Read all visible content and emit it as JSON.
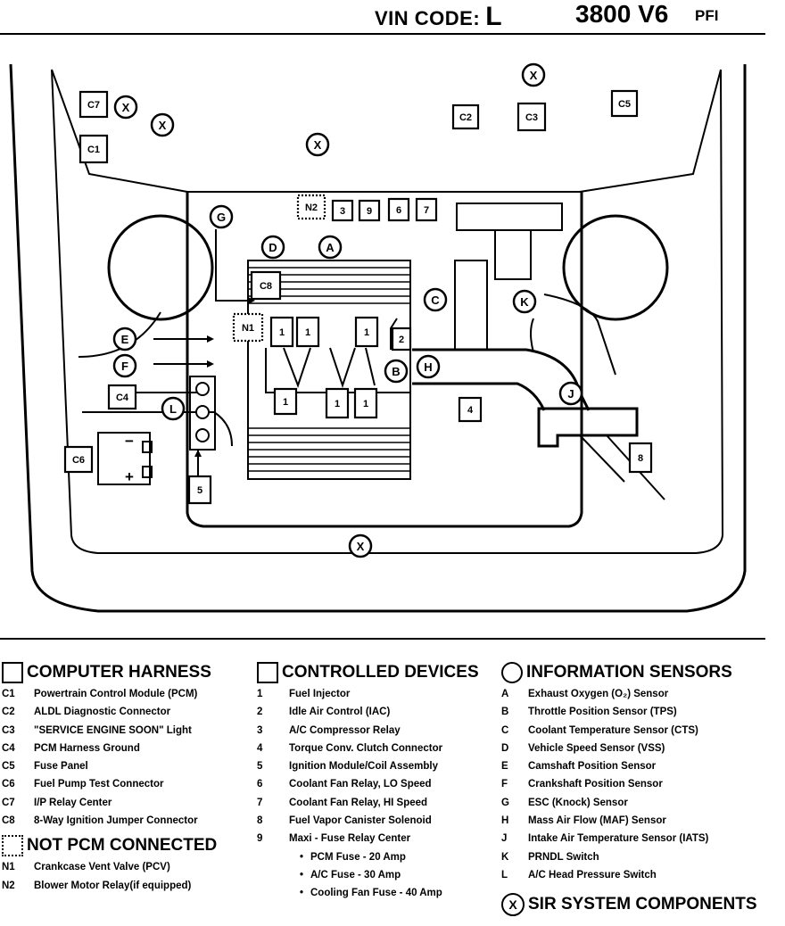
{
  "header": {
    "vin_label": "VIN CODE:",
    "vin_value": "L",
    "engine": "3800  V6",
    "fuel": "PFI"
  },
  "diagram": {
    "rect_labels": [
      "C7",
      "C1",
      "C2",
      "C3",
      "C5",
      "C4",
      "C6",
      "C8",
      "N2",
      "N1",
      "3",
      "9",
      "6",
      "7",
      "1",
      "1",
      "1",
      "2",
      "1",
      "1",
      "1",
      "4",
      "5",
      "8"
    ],
    "circle_labels": [
      "X",
      "X",
      "X",
      "X",
      "X",
      "G",
      "D",
      "A",
      "C",
      "K",
      "E",
      "F",
      "L",
      "B",
      "H",
      "J"
    ]
  },
  "legend": {
    "computer_harness": {
      "title": "COMPUTER HARNESS",
      "items": [
        {
          "key": "C1",
          "text": "Powertrain Control Module (PCM)"
        },
        {
          "key": "C2",
          "text": "ALDL Diagnostic Connector"
        },
        {
          "key": "C3",
          "text": "\"SERVICE ENGINE SOON\" Light"
        },
        {
          "key": "C4",
          "text": "PCM Harness Ground"
        },
        {
          "key": "C5",
          "text": "Fuse Panel"
        },
        {
          "key": "C6",
          "text": "Fuel Pump Test Connector"
        },
        {
          "key": "C7",
          "text": "I/P Relay Center"
        },
        {
          "key": "C8",
          "text": "8-Way Ignition Jumper Connector"
        }
      ]
    },
    "not_pcm": {
      "title": "NOT PCM CONNECTED",
      "items": [
        {
          "key": "N1",
          "text": "Crankcase Vent Valve (PCV)"
        },
        {
          "key": "N2",
          "text": "Blower Motor Relay(if equipped)"
        }
      ]
    },
    "controlled_devices": {
      "title": "CONTROLLED DEVICES",
      "items": [
        {
          "key": "1",
          "text": "Fuel Injector"
        },
        {
          "key": "2",
          "text": "Idle Air Control (IAC)"
        },
        {
          "key": "3",
          "text": "A/C Compressor Relay"
        },
        {
          "key": "4",
          "text": "Torque Conv. Clutch Connector"
        },
        {
          "key": "5",
          "text": "Ignition Module/Coil Assembly"
        },
        {
          "key": "6",
          "text": "Coolant Fan Relay, LO Speed"
        },
        {
          "key": "7",
          "text": "Coolant Fan Relay, HI Speed"
        },
        {
          "key": "8",
          "text": "Fuel Vapor Canister Solenoid"
        },
        {
          "key": "9",
          "text": "Maxi - Fuse Relay Center"
        }
      ],
      "sub_items": [
        {
          "key": "•",
          "text": "PCM Fuse - 20 Amp"
        },
        {
          "key": "•",
          "text": "A/C Fuse - 30 Amp"
        },
        {
          "key": "•",
          "text": "Cooling Fan Fuse - 40 Amp"
        }
      ]
    },
    "information_sensors": {
      "title": "INFORMATION SENSORS",
      "items": [
        {
          "key": "A",
          "text": "Exhaust Oxygen (O₂) Sensor"
        },
        {
          "key": "B",
          "text": "Throttle Position Sensor (TPS)"
        },
        {
          "key": "C",
          "text": "Coolant Temperature Sensor (CTS)"
        },
        {
          "key": "D",
          "text": "Vehicle  Speed Sensor (VSS)"
        },
        {
          "key": "E",
          "text": "Camshaft Position Sensor"
        },
        {
          "key": "F",
          "text": "Crankshaft Position Sensor"
        },
        {
          "key": "G",
          "text": "ESC  (Knock) Sensor"
        },
        {
          "key": "H",
          "text": "Mass Air Flow (MAF) Sensor"
        },
        {
          "key": "J",
          "text": "Intake Air Temperature Sensor  (IATS)"
        },
        {
          "key": "K",
          "text": "PRNDL Switch"
        },
        {
          "key": "L",
          "text": "A/C Head Pressure Switch"
        }
      ]
    },
    "sir": {
      "title": "SIR SYSTEM COMPONENTS",
      "symbol": "X"
    }
  }
}
